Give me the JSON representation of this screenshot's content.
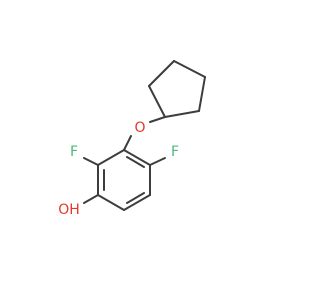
{
  "molecule": {
    "atom_labels": {
      "ether_oxygen": "O",
      "fluorine_left": "F",
      "fluorine_right": "F",
      "hydroxyl": "OH"
    },
    "colors": {
      "bond": "#3d3d3d",
      "oxygen": "#e8372a",
      "fluorine": "#4fb87a"
    }
  }
}
